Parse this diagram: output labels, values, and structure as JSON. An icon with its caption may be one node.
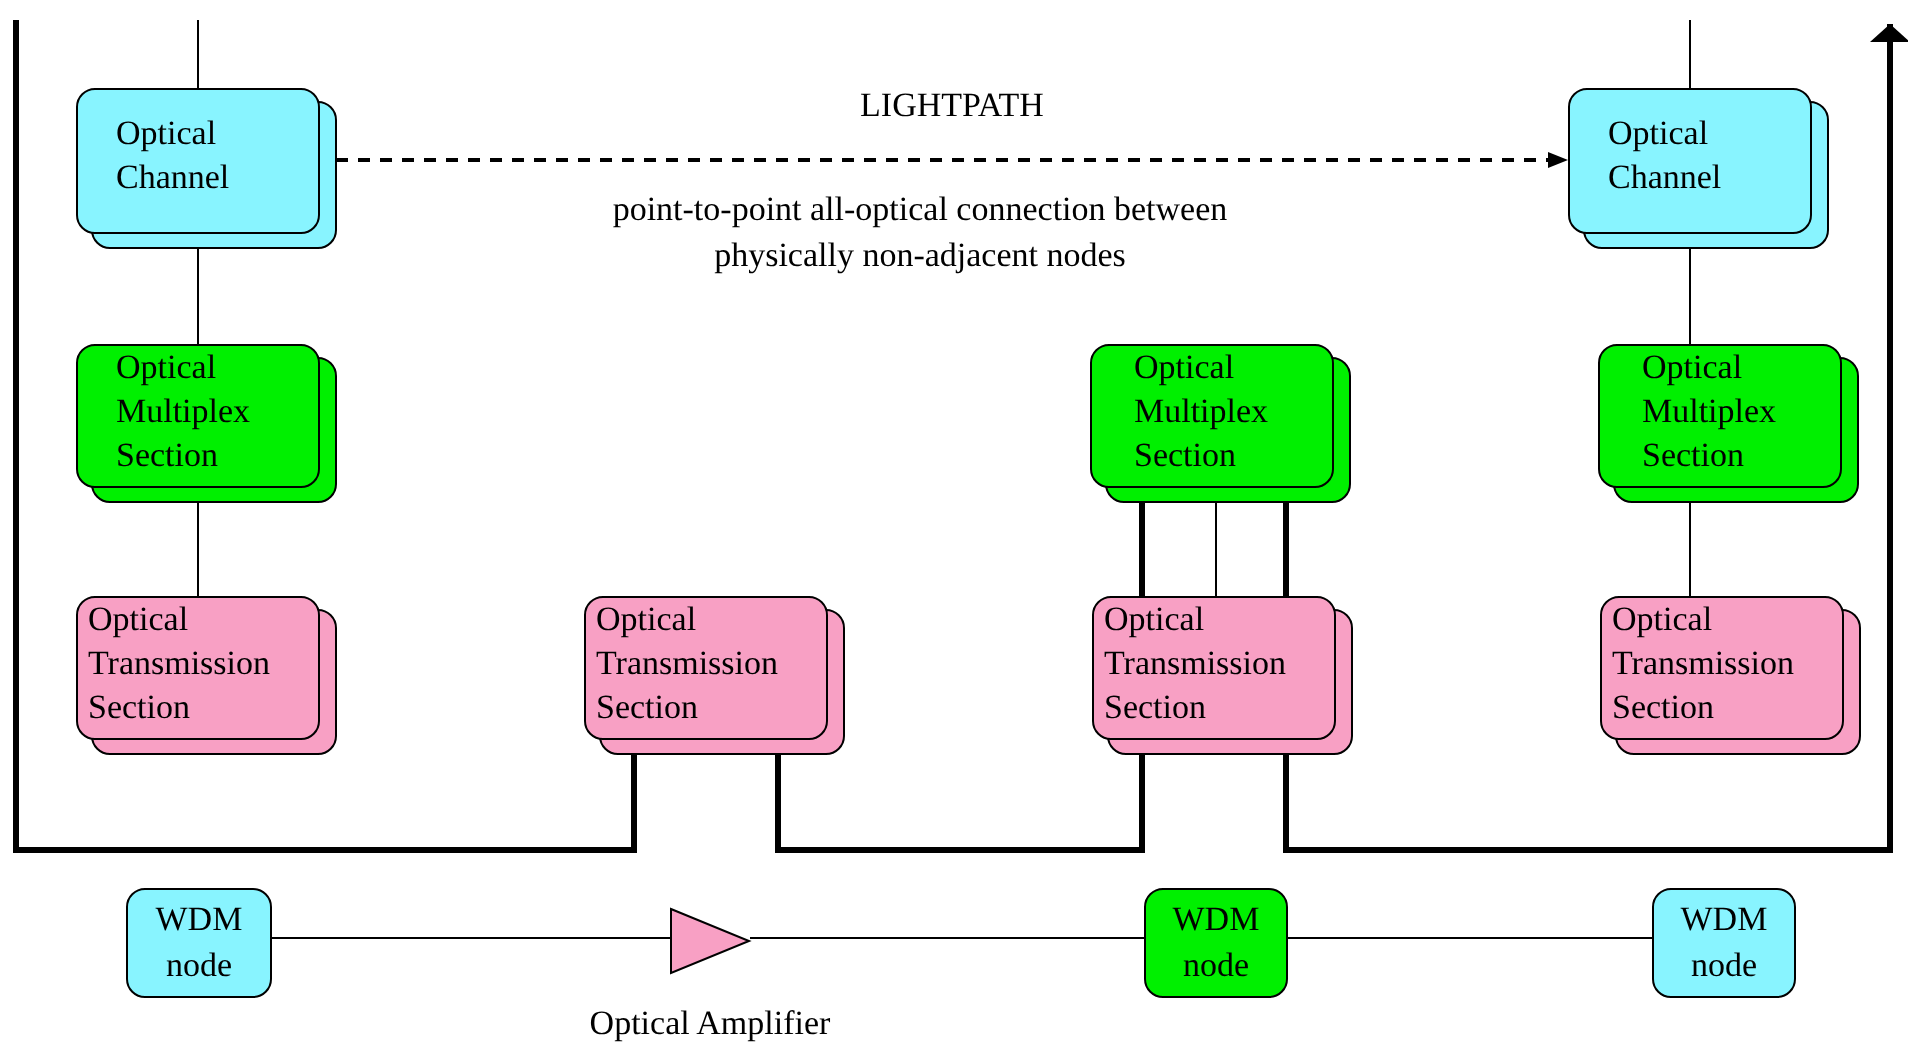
{
  "diagram": {
    "nodes": [
      {
        "text": [
          "Optical Channel"
        ]
      },
      {
        "text": [
          "Optical Channel"
        ]
      },
      {
        "text": [
          "Optical Multiplex Section"
        ]
      },
      {
        "text": [
          "Optical Multiplex Section"
        ]
      },
      {
        "text": [
          "Optical Multiplex Section"
        ]
      },
      {
        "text": [
          "Optical Transmission Section"
        ]
      },
      {
        "text": [
          "Optical Transmission Section"
        ]
      },
      {
        "text": [
          "Optical Transmission Section"
        ]
      },
      {
        "text": [
          "Optical Transmission Section"
        ]
      },
      {
        "text": [
          "WDM node"
        ]
      },
      {
        "text": [],
        "shape": "triangle",
        "beside": [
          "Optical Amplifier"
        ]
      },
      {
        "text": [
          "WDM node"
        ]
      },
      {
        "text": [
          "WDM node"
        ]
      }
    ],
    "edges": [
      {
        "from": 0,
        "to": 1,
        "arrow": "to",
        "style": "dashed",
        "label": "LIGHTPATH"
      },
      {
        "from": null,
        "to": 0,
        "arrow": "none"
      },
      {
        "from": 0,
        "to": 2,
        "arrow": "none"
      },
      {
        "from": 2,
        "to": 5,
        "arrow": "none"
      },
      {
        "from": null,
        "to": 1,
        "arrow": "none"
      },
      {
        "from": 1,
        "to": 4,
        "arrow": "none"
      },
      {
        "from": 4,
        "to": 8,
        "arrow": "none"
      },
      {
        "from": 3,
        "to": 7,
        "arrow": "none",
        "style": "thick"
      },
      {
        "from": 3,
        "to": 7,
        "arrow": "none"
      },
      {
        "from": 3,
        "to": 7,
        "arrow": "none",
        "style": "thick"
      },
      {
        "from": 6,
        "to": null,
        "arrow": "none",
        "style": "thick"
      },
      {
        "from": 6,
        "to": 7,
        "arrow": "none",
        "style": "thick"
      },
      {
        "from": 7,
        "to": null,
        "arrow": "to",
        "style": "thick"
      },
      {
        "from": 9,
        "to": 10,
        "arrow": "none"
      },
      {
        "from": 10,
        "to": 11,
        "arrow": "none"
      },
      {
        "from": 11,
        "to": 12,
        "arrow": "none"
      }
    ],
    "labels": [
      "point-to-point all-optical connection between physically non-adjacent nodes"
    ]
  }
}
